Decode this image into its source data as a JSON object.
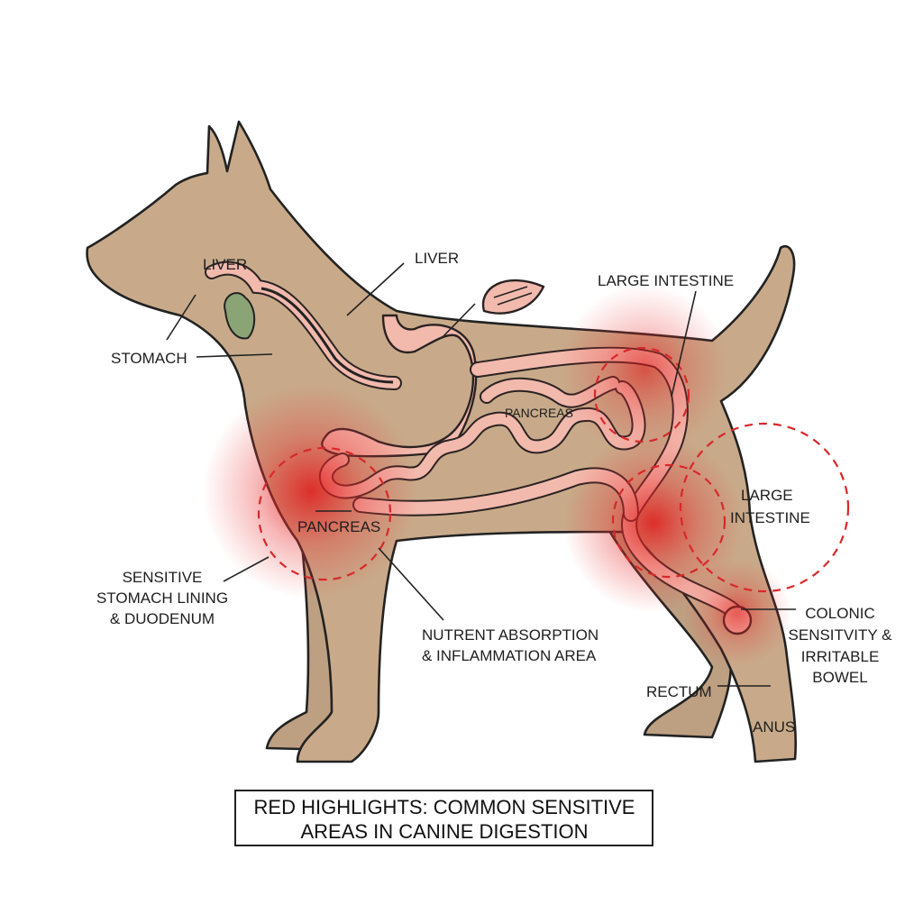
{
  "labels": {
    "liver_head": "LIVER",
    "liver_back": "LIVER",
    "stomach": "STOMACH",
    "large_intestine_top": "LARGE INTESTINE",
    "pancreas_mid": "PANCREAS",
    "pancreas_front": "PANCREAS",
    "large_intestine_right": [
      "LARGE",
      "INTESTINE"
    ],
    "sensitive_stomach": [
      "SENSITIVE",
      "STOMACH LINING",
      "& DUODENUM"
    ],
    "nutrient": [
      "NUTRENT ABSORPTION",
      "& INFLAMMATION AREA"
    ],
    "colonic": [
      "COLONIC",
      "SENSITVITY &",
      "IRRITABLE",
      "BOWEL"
    ],
    "rectum": "RECTUM",
    "anus": "ANUS"
  },
  "caption": [
    "RED HIGHLIGHTS: COMMON SENSITIVE",
    "AREAS IN CANINE DIGESTION"
  ],
  "colors": {
    "body": "#c8aa8a",
    "organ": "#f2b9ad",
    "highlight": "#e02020",
    "liver": "#8aa476"
  }
}
